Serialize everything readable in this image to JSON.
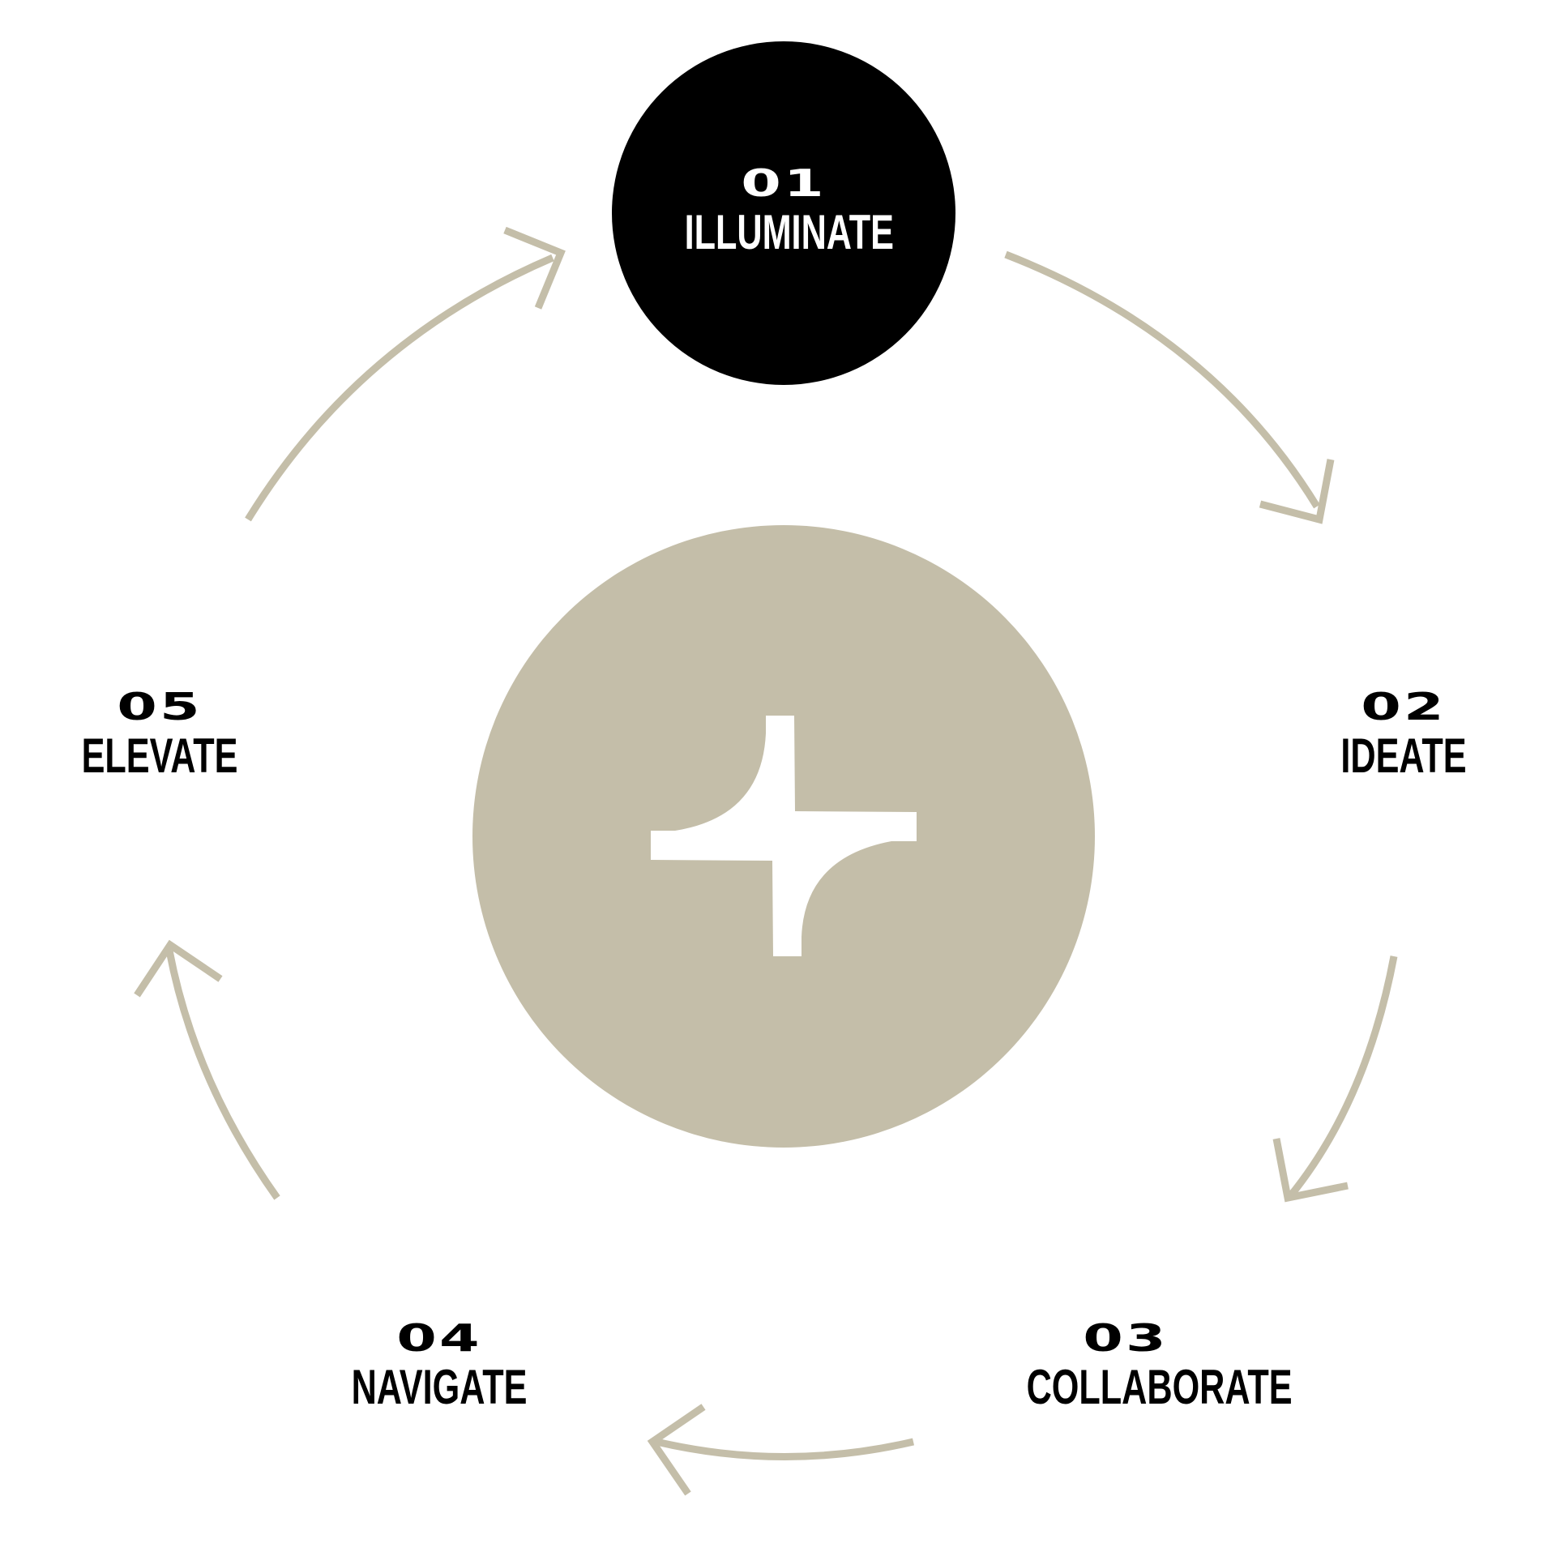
{
  "colors": {
    "accent": "#c4bea9",
    "active": "#000000",
    "text": "#000000",
    "active_text": "#ffffff",
    "center_mark": "#ffffff"
  },
  "center": {
    "icon": "four-point-star-icon"
  },
  "steps": [
    {
      "number": "01",
      "label": "ILLUMINATE",
      "active": true
    },
    {
      "number": "02",
      "label": "IDEATE",
      "active": false
    },
    {
      "number": "03",
      "label": "COLLABORATE",
      "active": false
    },
    {
      "number": "04",
      "label": "NAVIGATE",
      "active": false
    },
    {
      "number": "05",
      "label": "ELEVATE",
      "active": false
    }
  ]
}
